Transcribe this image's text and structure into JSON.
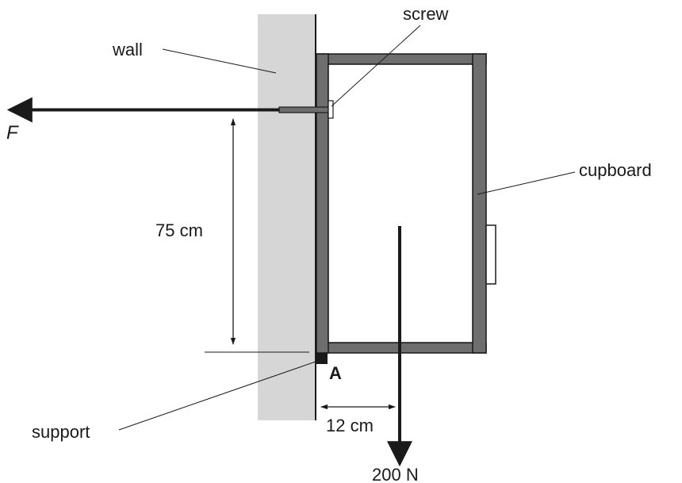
{
  "labels": {
    "wall": "wall",
    "screw": "screw",
    "cupboard": "cupboard",
    "support": "support",
    "point_a": "A",
    "force": "F",
    "height": "75 cm",
    "distance": "12 cm",
    "weight": "200 N"
  },
  "colors": {
    "wall": "#d6d6d6",
    "cupboard_frame": "#6e6e6e",
    "support": "#1a1a1a",
    "line": "#1a1a1a"
  }
}
